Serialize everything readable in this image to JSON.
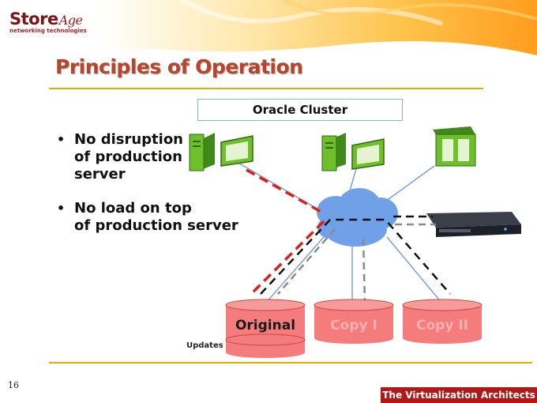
{
  "logo": {
    "brand": "Store",
    "brand_suffix": "Age",
    "tagline": "networking technologies"
  },
  "slide": {
    "title": "Principles of Operation",
    "cluster_label": "Oracle Cluster",
    "bullets": [
      "No disruption\nof production\nserver",
      "No load on top\nof production server"
    ],
    "databases": [
      {
        "label": "Original",
        "color": "#1a1a1a"
      },
      {
        "label": "Copy I",
        "color": "#ffb0b0"
      },
      {
        "label": "Copy II",
        "color": "#ffb0b0"
      }
    ],
    "updates_label": "Updates",
    "page_number": "16",
    "footer": "The Virtualization Architects"
  },
  "colors": {
    "accent_gold": "#e0b000",
    "title_red": "#b8442c",
    "brand_red": "#b11919",
    "db_fill": "#f47c7c",
    "cloud": "#6fa0e8"
  }
}
